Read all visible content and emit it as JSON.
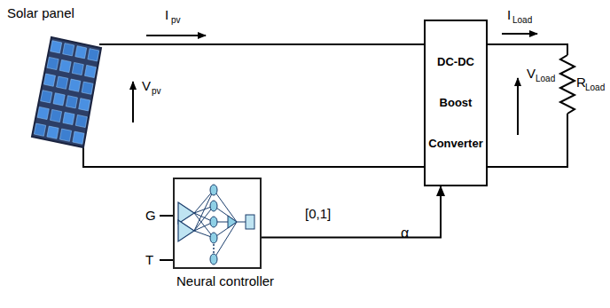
{
  "diagram": {
    "nodes": [
      {
        "text": [
          "Solar panel"
        ]
      },
      {
        "text": [
          "DC-DC Boost Converter"
        ]
      },
      {
        "text": [
          "Neural controller"
        ]
      }
    ],
    "edges": [
      {
        "from": 0,
        "to": 1,
        "arrow": "none"
      },
      {
        "from": 0,
        "to": 1,
        "arrow": "none"
      },
      {
        "from": 2,
        "to": 1,
        "label": "α",
        "arrow": "to"
      }
    ],
    "labels": [
      "I",
      "pv",
      "V",
      "pv",
      "I",
      "Load",
      "V",
      "Load",
      "R",
      "Load",
      "G",
      "T",
      "[0,1]"
    ]
  }
}
